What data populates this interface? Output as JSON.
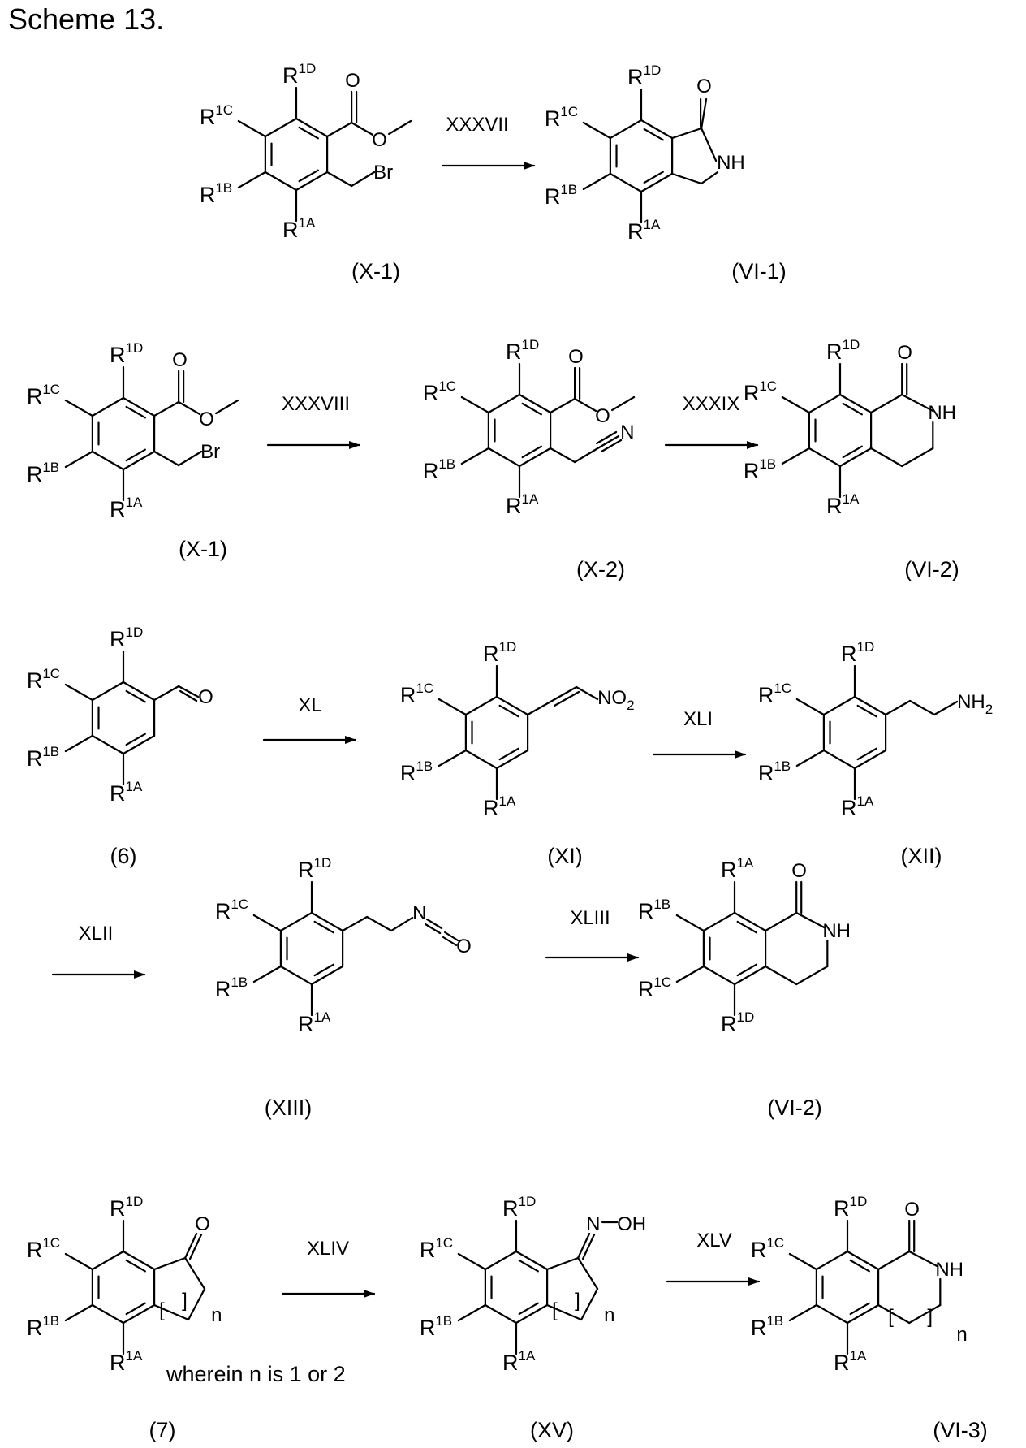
{
  "title": "Scheme 13.",
  "R": "R",
  "sub": {
    "A": "1A",
    "B": "1B",
    "C": "1C",
    "D": "1D"
  },
  "atoms": {
    "O": "O",
    "Br": "Br",
    "NH": "NH",
    "N": "N",
    "NO": "NO",
    "H2": "H",
    "two": "2",
    "OH": "OH",
    "n": "n"
  },
  "reagents": {
    "r37": "XXXVII",
    "r38": "XXXVIII",
    "r39": "XXXIX",
    "r40": "XL",
    "r41": "XLI",
    "r42": "XLII",
    "r43": "XLIII",
    "r44": "XLIV",
    "r45": "XLV"
  },
  "compounds": {
    "x1": "(X-1)",
    "vi1": "(VI-1)",
    "x2": "(X-2)",
    "vi2": "(VI-2)",
    "c6": "(6)",
    "xi": "(XI)",
    "xii": "(XII)",
    "xiii": "(XIII)",
    "c7": "(7)",
    "xv": "(XV)",
    "vi3": "(VI-3)"
  },
  "note": "wherein n is 1 or 2"
}
